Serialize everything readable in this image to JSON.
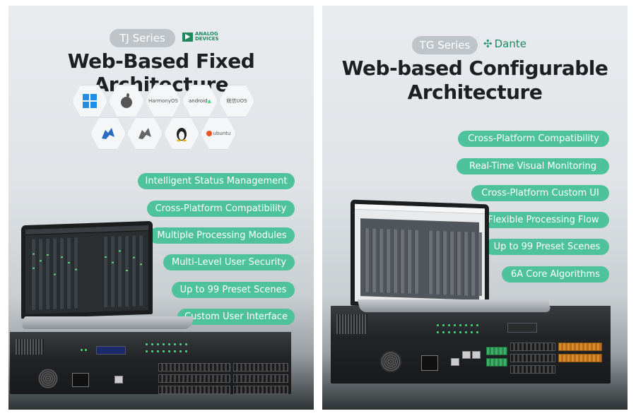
{
  "left": {
    "series": "TJ Series",
    "brand": "ANALOG DEVICES",
    "headline": "Web-Based Fixed Architecture",
    "os_icons": [
      {
        "icon": "windows-icon",
        "label": ""
      },
      {
        "icon": "apple-icon",
        "label": ""
      },
      {
        "icon": "harmonyos-logo",
        "label": "HarmonyOS"
      },
      {
        "icon": "android-logo",
        "label": "android"
      },
      {
        "icon": "uos-logo",
        "label": "统信UOS"
      },
      {
        "icon": "kylin-icon",
        "label": ""
      },
      {
        "icon": "qilin-icon",
        "label": ""
      },
      {
        "icon": "linux-tux-icon",
        "label": ""
      },
      {
        "icon": "ubuntu-logo",
        "label": "ubuntu"
      }
    ],
    "features": [
      "Intelligent Status Management",
      "Cross-Platform Compatibility",
      "Multiple Processing Modules",
      "Multi-Level User Security",
      "Up to 99 Preset Scenes",
      "Custom User Interface"
    ]
  },
  "right": {
    "series": "TG Series",
    "brand": "Dante",
    "headline_line1": "Web-based Configurable",
    "headline_line2": "Architecture",
    "features": [
      "Cross-Platform Compatibility",
      "Real-Time Visual Monitoring",
      "Cross-Platform Custom UI",
      "Flexible Processing Flow",
      "Up to 99 Preset Scenes",
      "6A Core Algorithms"
    ]
  },
  "colors": {
    "feature_pill": "#4ec29a",
    "series_pill": "#bfc4c8",
    "brand_green": "#1e8a5c",
    "headline": "#1d1f21"
  }
}
